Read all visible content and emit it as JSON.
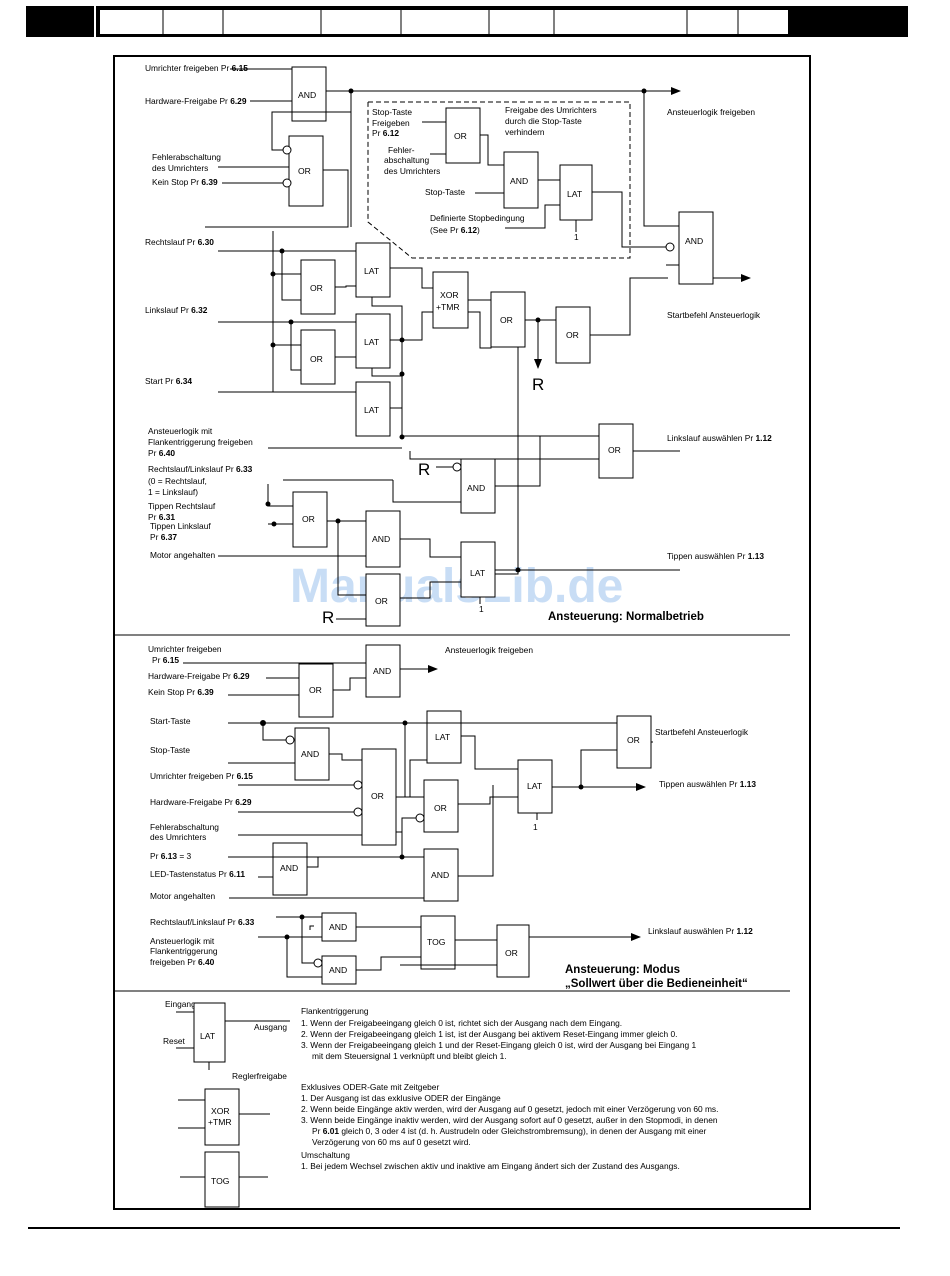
{
  "watermark": "ManualsLib.de",
  "section1": {
    "title": "Ansteuerung: Normalbetrieb",
    "inputs": {
      "in1": "Umrichter freigeben Pr ",
      "in1_b": "6.15",
      "in2": "Hardware-Freigabe Pr ",
      "in2_b": "6.29",
      "in3a": "Fehlerabschaltung",
      "in3b": "des Umrichters",
      "in4": "Kein Stop Pr ",
      "in4_b": "6.39",
      "in5": "Rechtslauf Pr ",
      "in5_b": "6.30",
      "in6": "Linkslauf Pr ",
      "in6_b": "6.32",
      "in7": "Start Pr ",
      "in7_b": "6.34",
      "in8a": "Ansteuerlogik mit",
      "in8b": "Flankentriggerung freigeben",
      "in8c": "Pr ",
      "in8c_b": "6.40",
      "in9a": "Rechtslauf/Linkslauf Pr ",
      "in9a_b": "6.33",
      "in9b": "(0 = Rechtslauf,",
      "in9c": "1 = Linkslauf)",
      "in10a": "Tippen Rechtslauf",
      "in10b": "Pr ",
      "in10b_b": "6.31",
      "in11a": "Tippen Linkslauf",
      "in11b": "Pr ",
      "in11b_b": "6.37",
      "in12": "Motor angehalten"
    },
    "dashed_box": {
      "a1": "Stop-Taste",
      "a2": "Freigeben",
      "a3": "Pr ",
      "a3_b": "6.12",
      "b1": "Fehler-",
      "b2": "abschaltung",
      "b3": "des Umrichters",
      "c1": "Freigabe des Umrichters",
      "c2": "durch die Stop-Taste",
      "c3": "verhindern",
      "d": "Stop-Taste",
      "e1": "Definierte Stopbedingung",
      "e2": "(See Pr ",
      "e2_b": "6.12",
      "e2_c": ")"
    },
    "outputs": {
      "o1": "Ansteuerlogik freigeben",
      "o2": "Startbefehl Ansteuerlogik",
      "o3": "Linkslauf auswählen Pr ",
      "o3_b": "1.12",
      "o4": "Tippen auswählen Pr ",
      "o4_b": "1.13"
    },
    "reset_letter": "R",
    "const_one": "1"
  },
  "section2": {
    "title1": "Ansteuerung: Modus",
    "title2": "„Sollwert über die Bedieneinheit“",
    "inputs": {
      "i1": "Umrichter freigeben",
      "i1b": "Pr ",
      "i1b_b": "6.15",
      "i2": "Hardware-Freigabe Pr ",
      "i2_b": "6.29",
      "i3": "Kein Stop Pr ",
      "i3_b": "6.39",
      "i4": "Start-Taste",
      "i5": "Stop-Taste",
      "i6": "Umrichter freigeben Pr ",
      "i6_b": "6.15",
      "i7": "Hardware-Freigabe Pr ",
      "i7_b": "6.29",
      "i8a": "Fehlerabschaltung",
      "i8b": "des Umrichters",
      "i9": "Pr ",
      "i9_b": "6.13",
      "i9_c": " = 3",
      "i10": "LED-Tastenstatus Pr ",
      "i10_b": "6.11",
      "i11": "Motor angehalten",
      "i12": "Rechtslauf/Linkslauf Pr ",
      "i12_b": "6.33",
      "i13a": "Ansteuerlogik mit",
      "i13b": "Flankentriggerung",
      "i13c": "freigeben Pr ",
      "i13c_b": "6.40"
    },
    "outputs": {
      "o1": "Ansteuerlogik freigeben",
      "o2": "Startbefehl Ansteuerlogik",
      "o3": "Tippen auswählen Pr ",
      "o3_b": "1.13",
      "o4": "Linkslauf auswählen Pr ",
      "o4_b": "1.12"
    }
  },
  "gates": {
    "and": "AND",
    "or": "OR",
    "lat": "LAT",
    "xor1": "XOR",
    "xor2": "+TMR",
    "tog": "TOG"
  },
  "legend": {
    "lat_in1": "Eingang",
    "lat_in2": "Reset",
    "lat_out": "Ausgang",
    "lat_in3": "Reglerfreigabe",
    "lat_title": "Flankentriggerung",
    "lat_1": "1. Wenn der Freigabeeingang gleich 0 ist, richtet sich der Ausgang nach dem Eingang.",
    "lat_2": "2. Wenn der Freigabeeingang gleich 1 ist, ist der Ausgang bei aktivem Reset-Eingang immer gleich 0.",
    "lat_3a": "3. Wenn der Freigabeeingang gleich 1 und der Reset-Eingang gleich 0 ist, wird der Ausgang bei Eingang 1",
    "lat_3b": "mit dem Steuersignal 1 verknüpft und bleibt gleich 1.",
    "xor_title": "Exklusives ODER-Gate mit Zeitgeber",
    "xor_1": "1. Der Ausgang ist das exklusive ODER der Eingänge",
    "xor_2": "2. Wenn beide Eingänge aktiv werden, wird der Ausgang auf 0 gesetzt, jedoch mit einer Verzögerung von 60 ms.",
    "xor_3a": "3. Wenn beide Eingänge inaktiv werden, wird der Ausgang sofort auf 0 gesetzt, außer in den Stopmodi, in denen",
    "xor_3b_pre": "Pr ",
    "xor_3b_b": "6.01",
    "xor_3b_post": " gleich 0, 3 oder 4 ist (d. h. Austrudeln oder Gleichstrombremsung), in denen der Ausgang mit einer",
    "xor_3c": "Verzögerung von 60 ms auf 0 gesetzt wird.",
    "tog_title": "Umschaltung",
    "tog_1": "1. Bei jedem Wechsel zwischen aktiv und inaktive am Eingang ändert sich der Zustand des Ausgangs."
  }
}
